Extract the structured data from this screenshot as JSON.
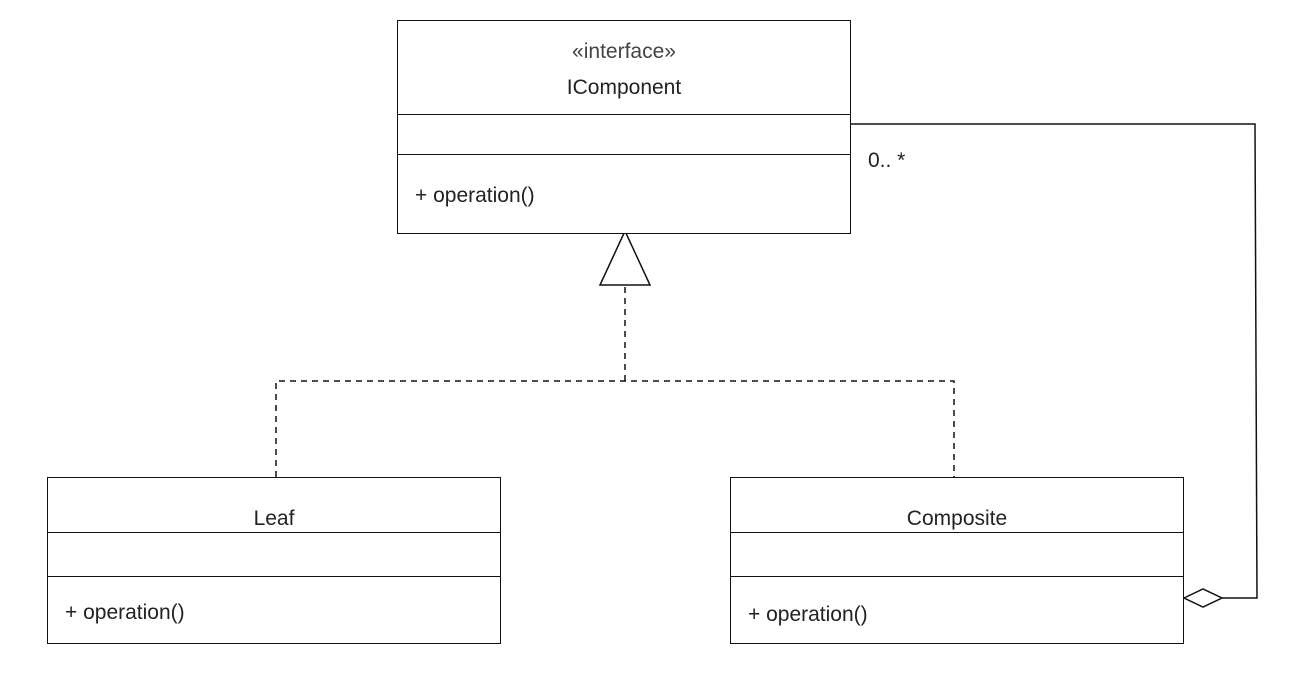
{
  "diagram": {
    "interface_class": {
      "stereotype": "«interface»",
      "name": "IComponent",
      "operation": "+ operation()"
    },
    "leaf_class": {
      "name": "Leaf",
      "operation": "+ operation()"
    },
    "composite_class": {
      "name": "Composite",
      "operation": "+ operation()"
    },
    "aggregation_multiplicity": "0.. *",
    "colors": {
      "line": "#111111",
      "text": "#222222",
      "background": "#ffffff"
    }
  }
}
